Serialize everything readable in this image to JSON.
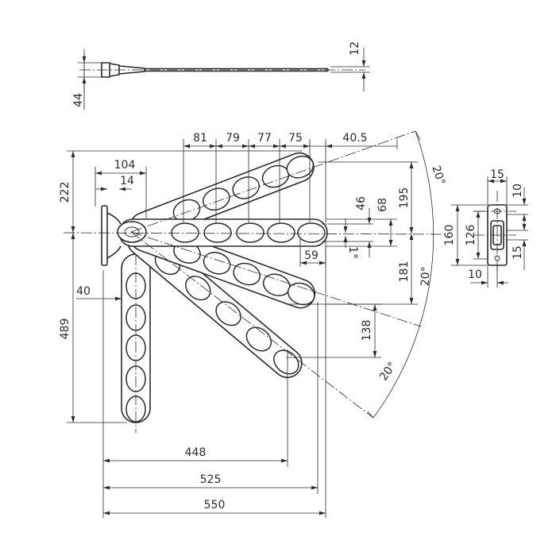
{
  "dimensions": {
    "side_thickness": "12",
    "side_height": "44",
    "pitch_1": "81",
    "pitch_2": "79",
    "pitch_3": "77",
    "pitch_4": "75",
    "tip_offset": "40.5",
    "hub_width": "104",
    "hub_inner": "14",
    "upper_height": "222",
    "lower_height": "489",
    "arm_offset": "40",
    "hole_46": "46",
    "hole_68": "68",
    "rise_195": "195",
    "drop_181": "181",
    "drop_138": "138",
    "hole_59": "59",
    "slope": "1°",
    "angle_upper": "20°",
    "angle_mid": "20°",
    "angle_lower": "20°",
    "reach_448": "448",
    "reach_525": "525",
    "reach_550": "550",
    "plate_15_top": "15",
    "plate_10_top": "10",
    "plate_160": "160",
    "plate_126": "126",
    "plate_15_side": "15",
    "plate_10_bottom": "10"
  }
}
